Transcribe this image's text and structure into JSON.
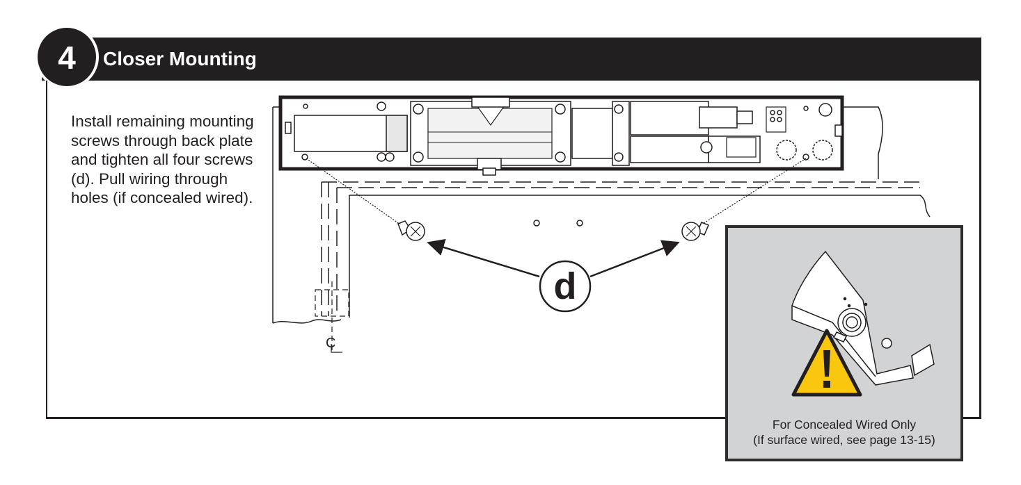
{
  "step": {
    "number": "4",
    "title": "Closer Mounting"
  },
  "instruction": "Install remaining mounting screws through back plate and tighten all four screws (d). Pull wiring through holes (if concealed wired).",
  "callout_label": "d",
  "centerline_mark": "C",
  "warning": {
    "line1": "For Concealed Wired Only",
    "line2": "(If surface wired, see page 13-15)"
  },
  "colors": {
    "header_bg": "#231f20",
    "warning_yellow": "#f9c80e",
    "callout_bg": "#d1d3d4"
  }
}
